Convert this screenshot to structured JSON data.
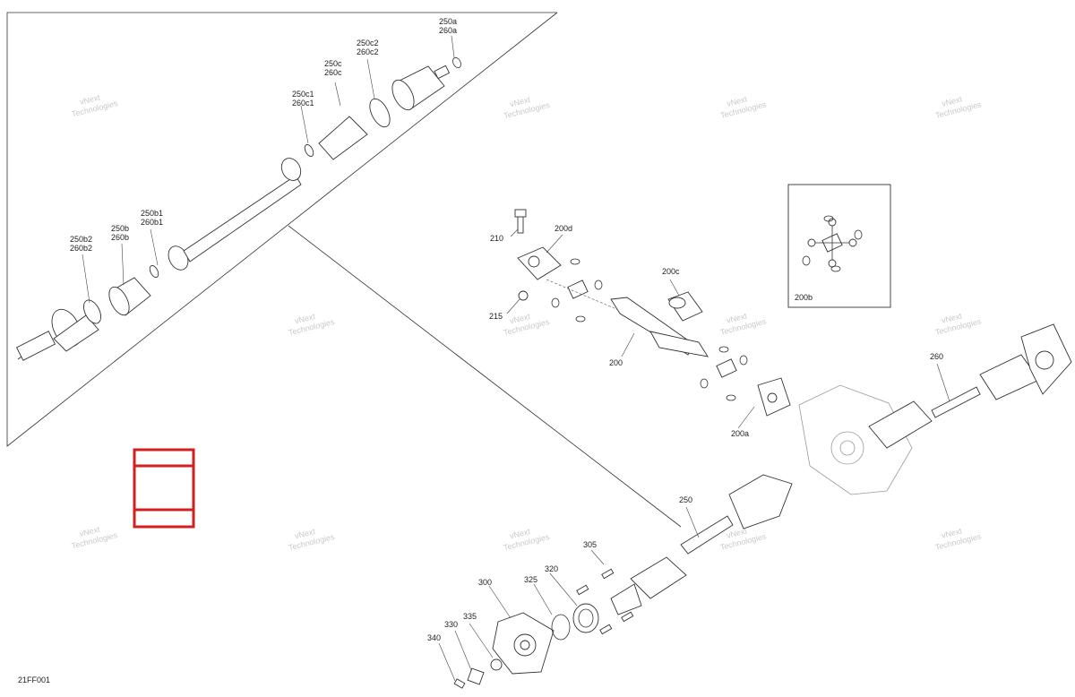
{
  "diagram": {
    "figure_code": "21FF001",
    "watermark_line1": "vNext",
    "watermark_line2": "Technologies",
    "callouts": {
      "c250a": [
        "250a",
        "260a"
      ],
      "c250c2": [
        "250c2",
        "260c2"
      ],
      "c250c": [
        "250c",
        "260c"
      ],
      "c250c1": [
        "250c1",
        "260c1"
      ],
      "c250b1": [
        "250b1",
        "260b1"
      ],
      "c250b": [
        "250b",
        "260b"
      ],
      "c250b2": [
        "250b2",
        "260b2"
      ],
      "c210": "210",
      "c200d": "200d",
      "c200c": "200c",
      "c215": "215",
      "c200": "200",
      "c200a": "200a",
      "c200b": "200b",
      "c260": "260",
      "c250": "250",
      "c305": "305",
      "c300": "300",
      "c325": "325",
      "c320": "320",
      "c335": "335",
      "c330": "330",
      "c340": "340"
    },
    "colors": {
      "line": "#333333",
      "highlight_box": "#d21f1f",
      "watermark": "#c9c9c9"
    }
  }
}
